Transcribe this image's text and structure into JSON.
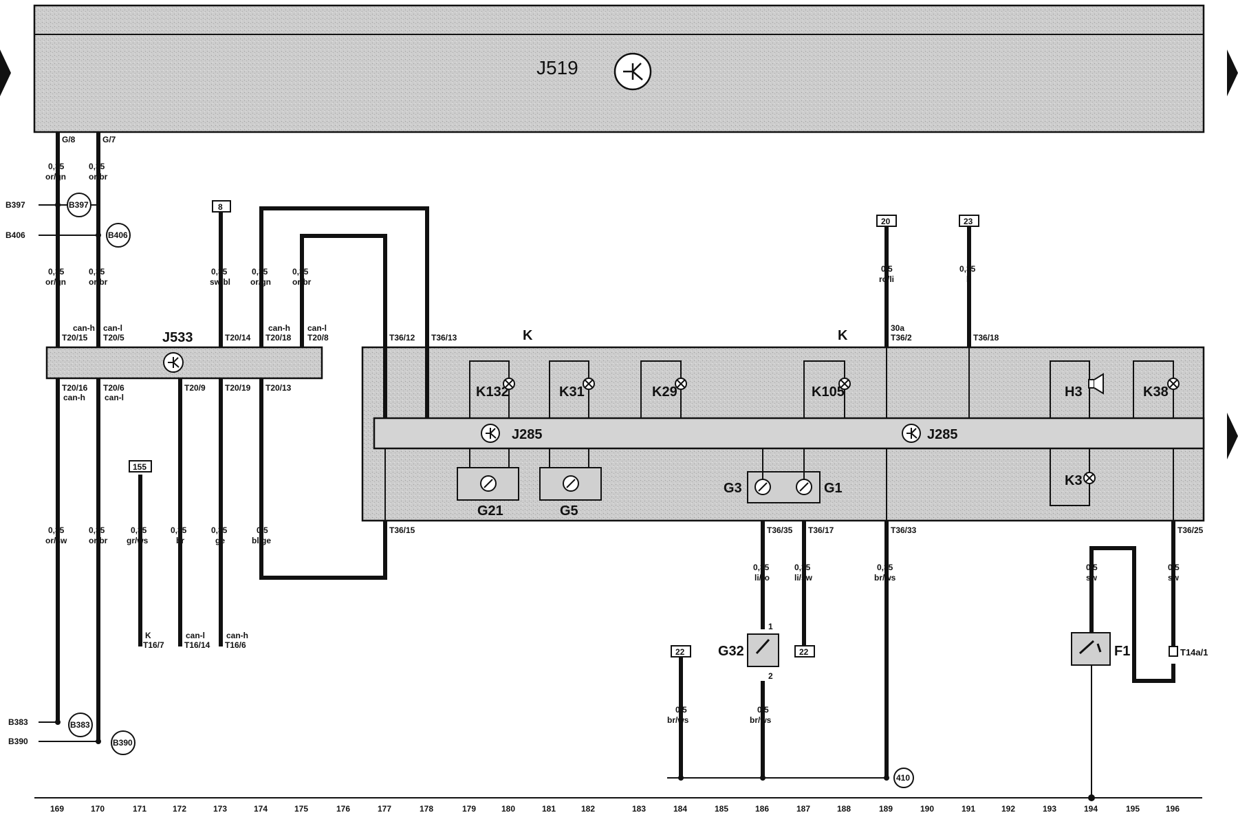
{
  "modules": {
    "j519": "J519",
    "j533": "J533",
    "k_left": "K",
    "k_right": "K",
    "j285_left": "J285",
    "j285_right": "J285"
  },
  "components": {
    "k132": "K132",
    "k31": "K31",
    "k29": "K29",
    "k105": "K105",
    "h3": "H3",
    "k38": "K38",
    "k3": "K3",
    "g21": "G21",
    "g5": "G5",
    "g3": "G3",
    "g1": "G1",
    "g32": "G32",
    "f1": "F1",
    "t14a": "T14a/1"
  },
  "left_side": {
    "b397": "B397",
    "b406": "B406",
    "b383": "B383",
    "b390": "B390"
  },
  "references": {
    "r8": "8",
    "r20": "20",
    "r23": "23",
    "r155": "155",
    "r22a": "22",
    "r22b": "22",
    "r410": "410"
  },
  "wires_top": [
    {
      "id": "w169a",
      "pin": "G/8",
      "size": "0,35",
      "color": "or/gn"
    },
    {
      "id": "w170a",
      "pin": "G/7",
      "size": "0,35",
      "color": "or/br"
    }
  ],
  "wires_mid": [
    {
      "size": "0,35",
      "color": "or/gn"
    },
    {
      "size": "0,35",
      "color": "or/br"
    },
    {
      "size": "0,35",
      "color": "sw/bl"
    },
    {
      "size": "0,35",
      "color": "or/gn"
    },
    {
      "size": "0,35",
      "color": "or/br"
    },
    {
      "size": "0,5",
      "color": "ro/li"
    },
    {
      "size": "0,35",
      "color": "li"
    }
  ],
  "pins_top": {
    "p169": "T20/15",
    "p169s": "can-h",
    "p170": "T20/5",
    "p170s": "can-l",
    "p173": "T20/14",
    "p174": "T20/18",
    "p174s": "can-h",
    "p175": "T20/8",
    "p175s": "can-l",
    "p177": "T36/12",
    "p178": "T36/13",
    "p189": "T36/2",
    "p189s": "30a",
    "p191": "T36/18"
  },
  "pins_bottom": {
    "p169": "T20/16",
    "p169s": "can-h",
    "p170": "T20/6",
    "p170s": "can-l",
    "p172": "T20/9",
    "p173": "T20/19",
    "p174": "T20/13",
    "p177": "T36/15",
    "p186": "T36/35",
    "p187": "T36/17",
    "p189": "T36/33",
    "p196": "T36/25"
  },
  "wires_low": [
    {
      "size": "0,35",
      "color": "or/sw"
    },
    {
      "size": "0,35",
      "color": "or/br"
    },
    {
      "size": "0,35",
      "color": "gr/ws"
    },
    {
      "size": "0,35",
      "color": "br"
    },
    {
      "size": "0,35",
      "color": "ge"
    },
    {
      "size": "0,5",
      "color": "bl/ge"
    },
    {
      "size": "0,35",
      "color": "li/ro"
    },
    {
      "size": "0,35",
      "color": "li/sw"
    },
    {
      "size": "0,35",
      "color": "br/ws"
    },
    {
      "size": "0,5",
      "color": "sw"
    },
    {
      "size": "0,5",
      "color": "sw"
    }
  ],
  "end_pins": {
    "e171": "T16/7",
    "e171s": "K",
    "e172": "T16/14",
    "e172s": "can-l",
    "e173": "T16/6",
    "e173s": "can-h",
    "g32_pin1": "1",
    "g32_pin2": "2"
  },
  "ground_wires": [
    {
      "size": "0,5",
      "color": "br/ws"
    },
    {
      "size": "0,5",
      "color": "br/ws"
    }
  ],
  "columns": [
    "169",
    "170",
    "171",
    "172",
    "173",
    "174",
    "175",
    "176",
    "177",
    "178",
    "179",
    "180",
    "181",
    "182",
    "183",
    "184",
    "185",
    "186",
    "187",
    "188",
    "189",
    "190",
    "191",
    "192",
    "193",
    "194",
    "195",
    "196"
  ]
}
